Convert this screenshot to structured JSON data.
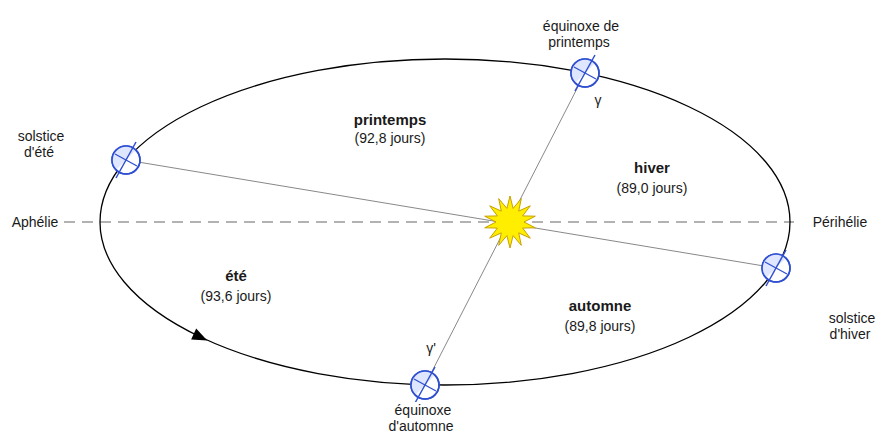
{
  "diagram": {
    "labels": [
      "équinoxe de printemps",
      "γ",
      "solstice d'été",
      "printemps",
      "(92,8 jours)",
      "hiver",
      "(89,0 jours)",
      "Aphélie",
      "Périhélie",
      "été",
      "(93,6 jours)",
      "solstice d'hiver",
      "automne",
      "(89,8 jours)",
      "γ'",
      "équinoxe d'automne"
    ]
  }
}
